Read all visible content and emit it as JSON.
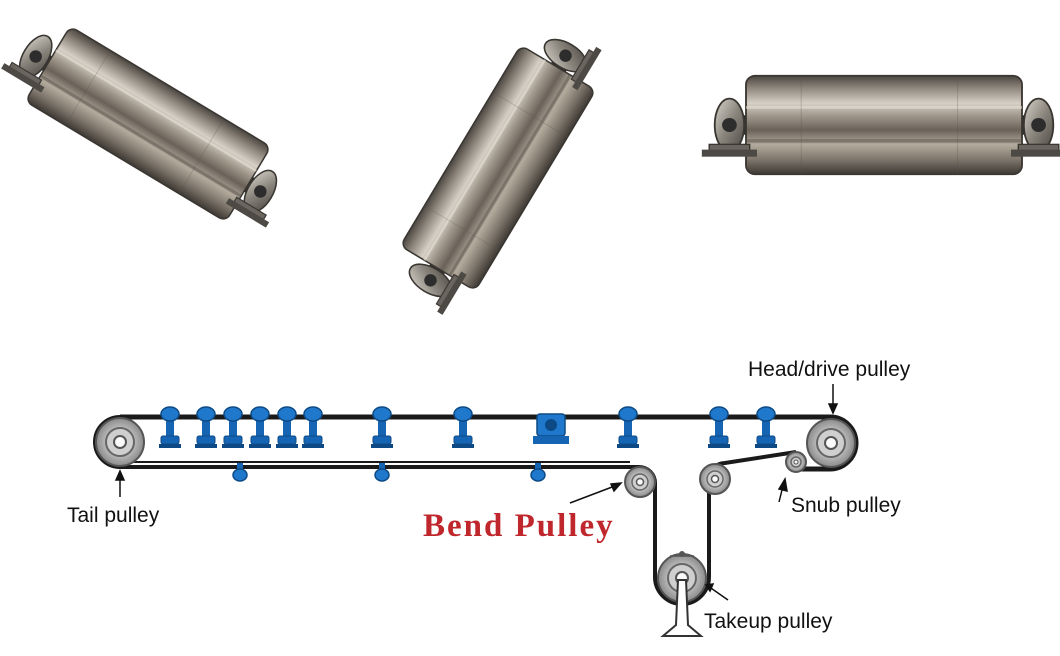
{
  "labels": {
    "head": "Head/drive pulley",
    "tail": "Tail pulley",
    "bend": "Bend Pulley",
    "snub": "Snub pulley",
    "takeup": "Takeup pulley"
  },
  "colors": {
    "belt": "#1a1a1a",
    "idler": "#1565b4",
    "pulley": "#9a9a9a",
    "bend_label": "#c0272d"
  },
  "photos": [
    {
      "name": "pulley-photo-tilted-left"
    },
    {
      "name": "pulley-photo-tilted-right"
    },
    {
      "name": "pulley-photo-horizontal"
    }
  ]
}
